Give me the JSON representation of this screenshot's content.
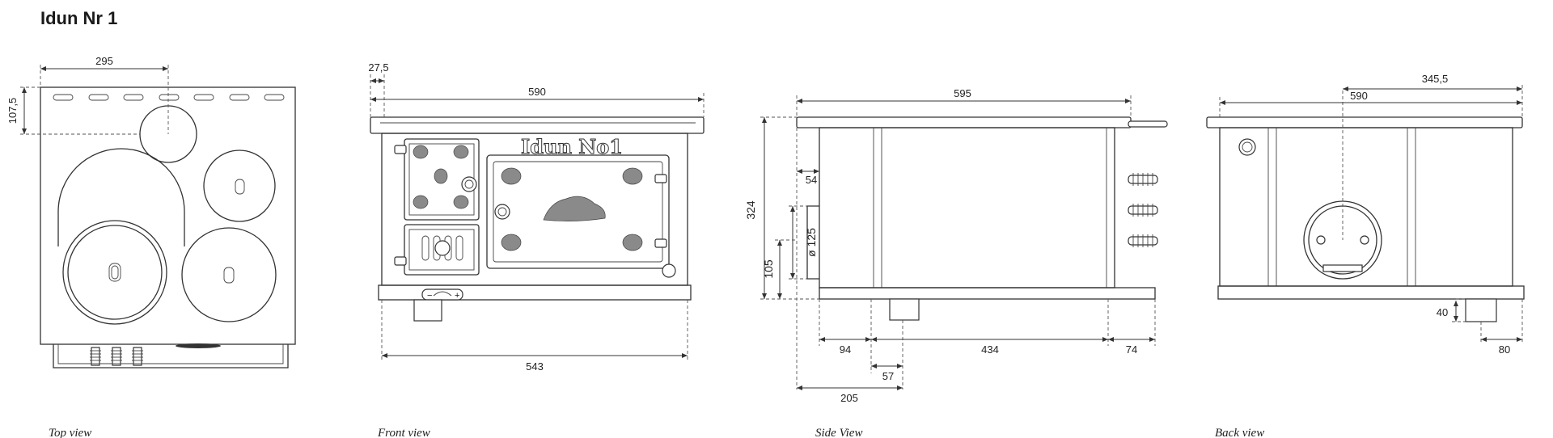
{
  "title": "Idun Nr 1",
  "front_logo": "Idun No1",
  "views": {
    "top": {
      "caption": "Top view",
      "dims": {
        "width_295": "295",
        "depth_107": "107,5"
      }
    },
    "front": {
      "caption": "Front view",
      "dims": {
        "offset": "27,5",
        "width_590": "590",
        "width_543": "543"
      }
    },
    "side": {
      "caption": "Side View",
      "dims": {
        "d595": "595",
        "h324": "324",
        "d54": "54",
        "flue": "ø 125",
        "h105": "105",
        "d94": "94",
        "d434": "434",
        "d74": "74",
        "d57": "57",
        "d205": "205"
      }
    },
    "back": {
      "caption": "Back view",
      "dims": {
        "d345": "345,5",
        "d590": "590",
        "d40": "40",
        "d80": "80"
      }
    }
  }
}
